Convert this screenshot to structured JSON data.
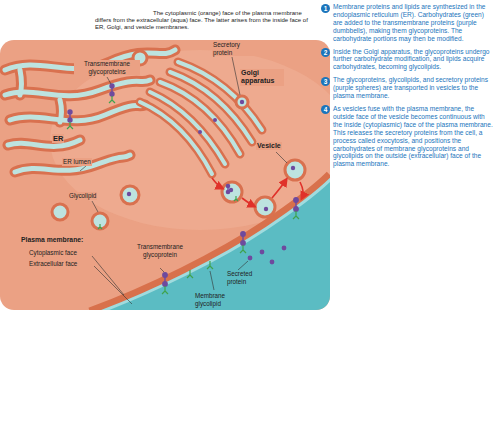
{
  "diagram": {
    "labels": [
      "The cytoplasmic (orange) face of the plasma membrane differs from the extracellular (aqua) face. The latter arises from the inside face of ER, Golgi, and vesicle membranes.",
      "1",
      "Membrane proteins and lipids are synthesized in the endoplasmic reticulum (ER). Carbohydrates (green) are added to the transmembrane proteins (purple dumbbells), making them glycoproteins. The carbohydrate portions may then be modified.",
      "2",
      "Inside the Golgi apparatus, the glycoproteins undergo further carbohydrate modification, and lipids acquire carbohydrates, becoming glycolipids.",
      "3",
      "The glycoproteins, glycolipids, and secretory proteins (purple spheres) are transported in vesicles to the plasma membrane.",
      "4",
      "As vesicles fuse with the plasma membrane, the outside face of the vesicle becomes continuous with the inside (cytoplasmic) face of the plasma membrane. This releases the secretory proteins from the cell, a process called exocytosis, and positions the carbohydrates of membrane glycoproteins and glycolipids on the outside (extracellular) face of the plasma membrane.",
      "Secretory protein",
      "Transmembrane glycoproteins",
      "Golgi apparatus",
      "ER",
      "ER lumen",
      "Vesicle",
      "Glycolipid",
      "Plasma membrane:",
      "Cytoplasmic face",
      "Extracellular face",
      "Transmembrane glycoprotein",
      "Secreted protein",
      "Membrane glycolipid"
    ]
  }
}
